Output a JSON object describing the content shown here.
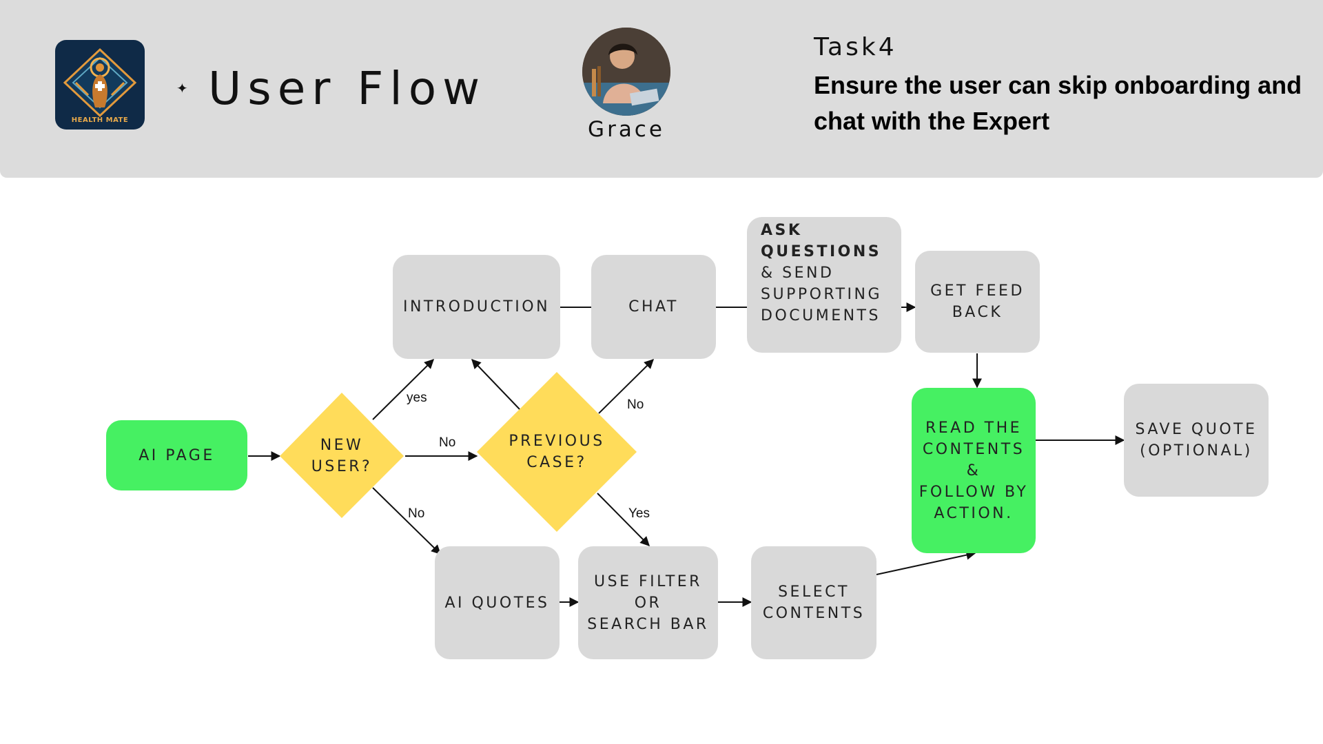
{
  "header": {
    "logo_text": "HEALTH MATE",
    "sparkle_icon": "sparkle-icon",
    "title": "User Flow",
    "persona_name": "Grace",
    "task_label": "Task4",
    "task_description": "Ensure the user can skip onboarding and chat with the Expert"
  },
  "colors": {
    "header_bg": "#dcdcdc",
    "node_gray": "#d9d9d9",
    "node_green": "#46f062",
    "decision_yellow": "#ffdc5a"
  },
  "flow": {
    "nodes": {
      "ai_page": "AI PAGE",
      "new_user_1": "NEW",
      "new_user_2": "USER?",
      "previous_case_1": "PREVIOUS",
      "previous_case_2": "CASE?",
      "introduction": "INTRODUCTION",
      "chat": "CHAT",
      "ask_bold_1": "ASK",
      "ask_bold_2": "QUESTIONS",
      "ask_rest_1": "& SEND",
      "ask_rest_2": "SUPPORTING",
      "ask_rest_3": "DOCUMENTS",
      "get_feedback_1": "GET FEED",
      "get_feedback_2": "BACK",
      "read_1": "READ THE",
      "read_2": "CONTENTS",
      "read_3": "&",
      "read_4": "FOLLOW BY",
      "read_5": "ACTION.",
      "save_quote_1": "SAVE QUOTE",
      "save_quote_2": "(OPTIONAL)",
      "ai_quotes": "AI QUOTES",
      "filter_1": "USE FILTER OR",
      "filter_2": "SEARCH BAR",
      "select_1": "SELECT",
      "select_2": "CONTENTS"
    },
    "edge_labels": {
      "new_user_yes": "yes",
      "new_user_no_right": "No",
      "new_user_no_down": "No",
      "previous_no": "No",
      "previous_yes": "Yes"
    }
  }
}
